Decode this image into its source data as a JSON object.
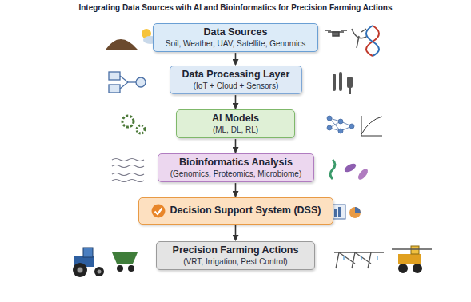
{
  "diagram": {
    "title": "Integrating Data Sources with AI and Bioinformatics for Precision Farming Actions",
    "nodes": [
      {
        "text": [
          "Data Sources",
          "Soil, Weather, UAV, Satellite, Genomics"
        ]
      },
      {
        "text": [
          "Data Processing Layer",
          "(IoT + Cloud + Sensors)"
        ]
      },
      {
        "text": [
          "AI Models",
          "(ML, DL, RL)"
        ]
      },
      {
        "text": [
          "Bioinformatics Analysis",
          "(Genomics, Proteomics, Microbiome)"
        ]
      },
      {
        "text": [
          "Decision Support System (DSS)"
        ]
      },
      {
        "text": [
          "Precision Farming Actions",
          "(VRT, Irrigation, Pest Control)"
        ]
      }
    ],
    "edges": [
      {
        "from": 0,
        "to": 1,
        "arrow": "to"
      },
      {
        "from": 1,
        "to": 2,
        "arrow": "to"
      },
      {
        "from": 2,
        "to": 3,
        "arrow": "to"
      },
      {
        "from": 3,
        "to": 4,
        "arrow": "to"
      },
      {
        "from": 4,
        "to": 5,
        "arrow": "to"
      }
    ]
  }
}
